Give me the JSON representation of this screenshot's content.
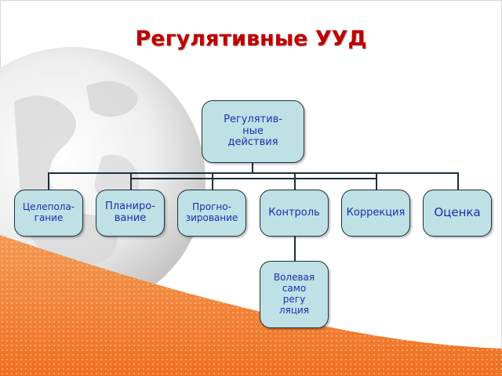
{
  "slide": {
    "title": "Регулятивные УУД"
  },
  "diagram": {
    "root": {
      "label": "Регулятив-\nные\nдействия"
    },
    "children": [
      {
        "label": "Целепола-\nгание"
      },
      {
        "label": "Планиро-\nвание"
      },
      {
        "label": "Прогно-\nзирование"
      },
      {
        "label": "Контроль"
      },
      {
        "label": "Коррекция"
      },
      {
        "label": "Оценка"
      }
    ],
    "subchild": {
      "label": "Волевая\nсамо\nрегу\nляция"
    },
    "colors": {
      "box_fill": "#bfe0e5",
      "box_border": "#1f2f3a",
      "text": "#1a2fb0",
      "title": "#c00000",
      "accent_band": "#f07a2a"
    }
  }
}
